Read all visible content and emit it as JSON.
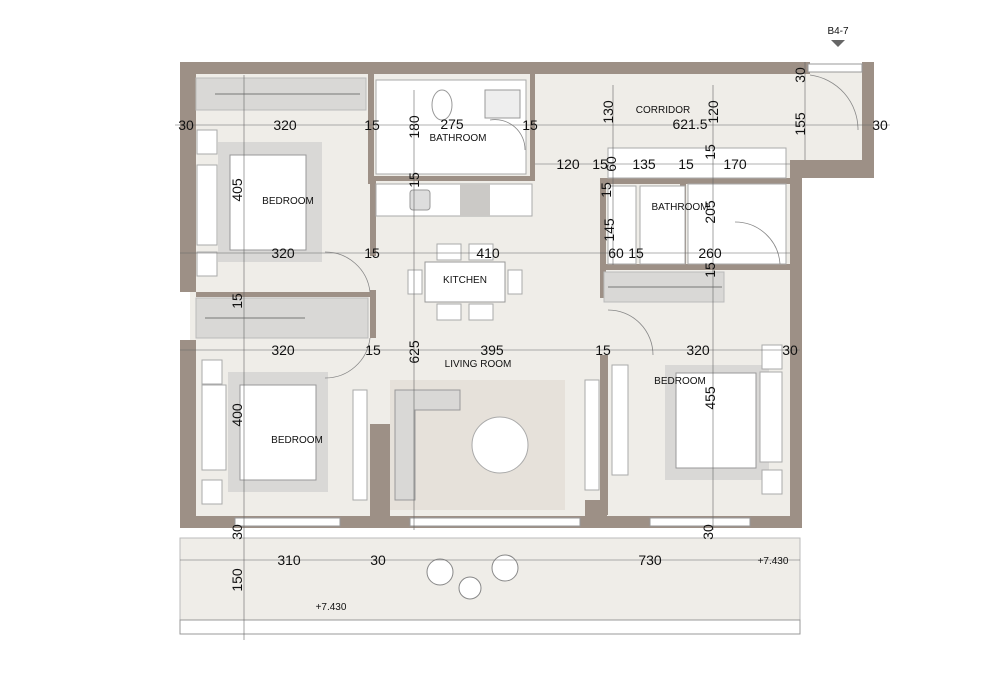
{
  "plan": {
    "unit_marker": "B4-7",
    "rooms": {
      "bedroom_top_left": "BEDROOM",
      "bathroom_top": "BATHROOM",
      "corridor": "CORRIDOR",
      "bathroom_right": "BATHROOM",
      "kitchen": "KITCHEN",
      "living_room": "LIVING ROOM",
      "bedroom_right": "BEDROOM",
      "bedroom_bottom_left": "BEDROOM"
    },
    "dimensions": {
      "row1": [
        "30",
        "320",
        "15",
        "180",
        "275",
        "15",
        "130",
        "621.5",
        "120",
        "30",
        "155",
        "30"
      ],
      "row2": [
        "120",
        "15",
        "60",
        "135",
        "15",
        "15",
        "170"
      ],
      "row3": [
        "405",
        "15",
        "15",
        "205",
        "145",
        "60",
        "15",
        "260",
        "15"
      ],
      "row4": [
        "320",
        "15",
        "410",
        "15"
      ],
      "row5": [
        "320",
        "15",
        "625",
        "395",
        "15",
        "320",
        "30",
        "455",
        "400"
      ],
      "row6": [
        "30",
        "30",
        "310",
        "30",
        "730",
        "150"
      ]
    },
    "elevations": [
      "+7.430",
      "+7.430"
    ],
    "colors": {
      "wall": "#9d9086",
      "floor": "#efede8",
      "furniture": "#d9d8d6",
      "white": "#ffffff"
    }
  }
}
